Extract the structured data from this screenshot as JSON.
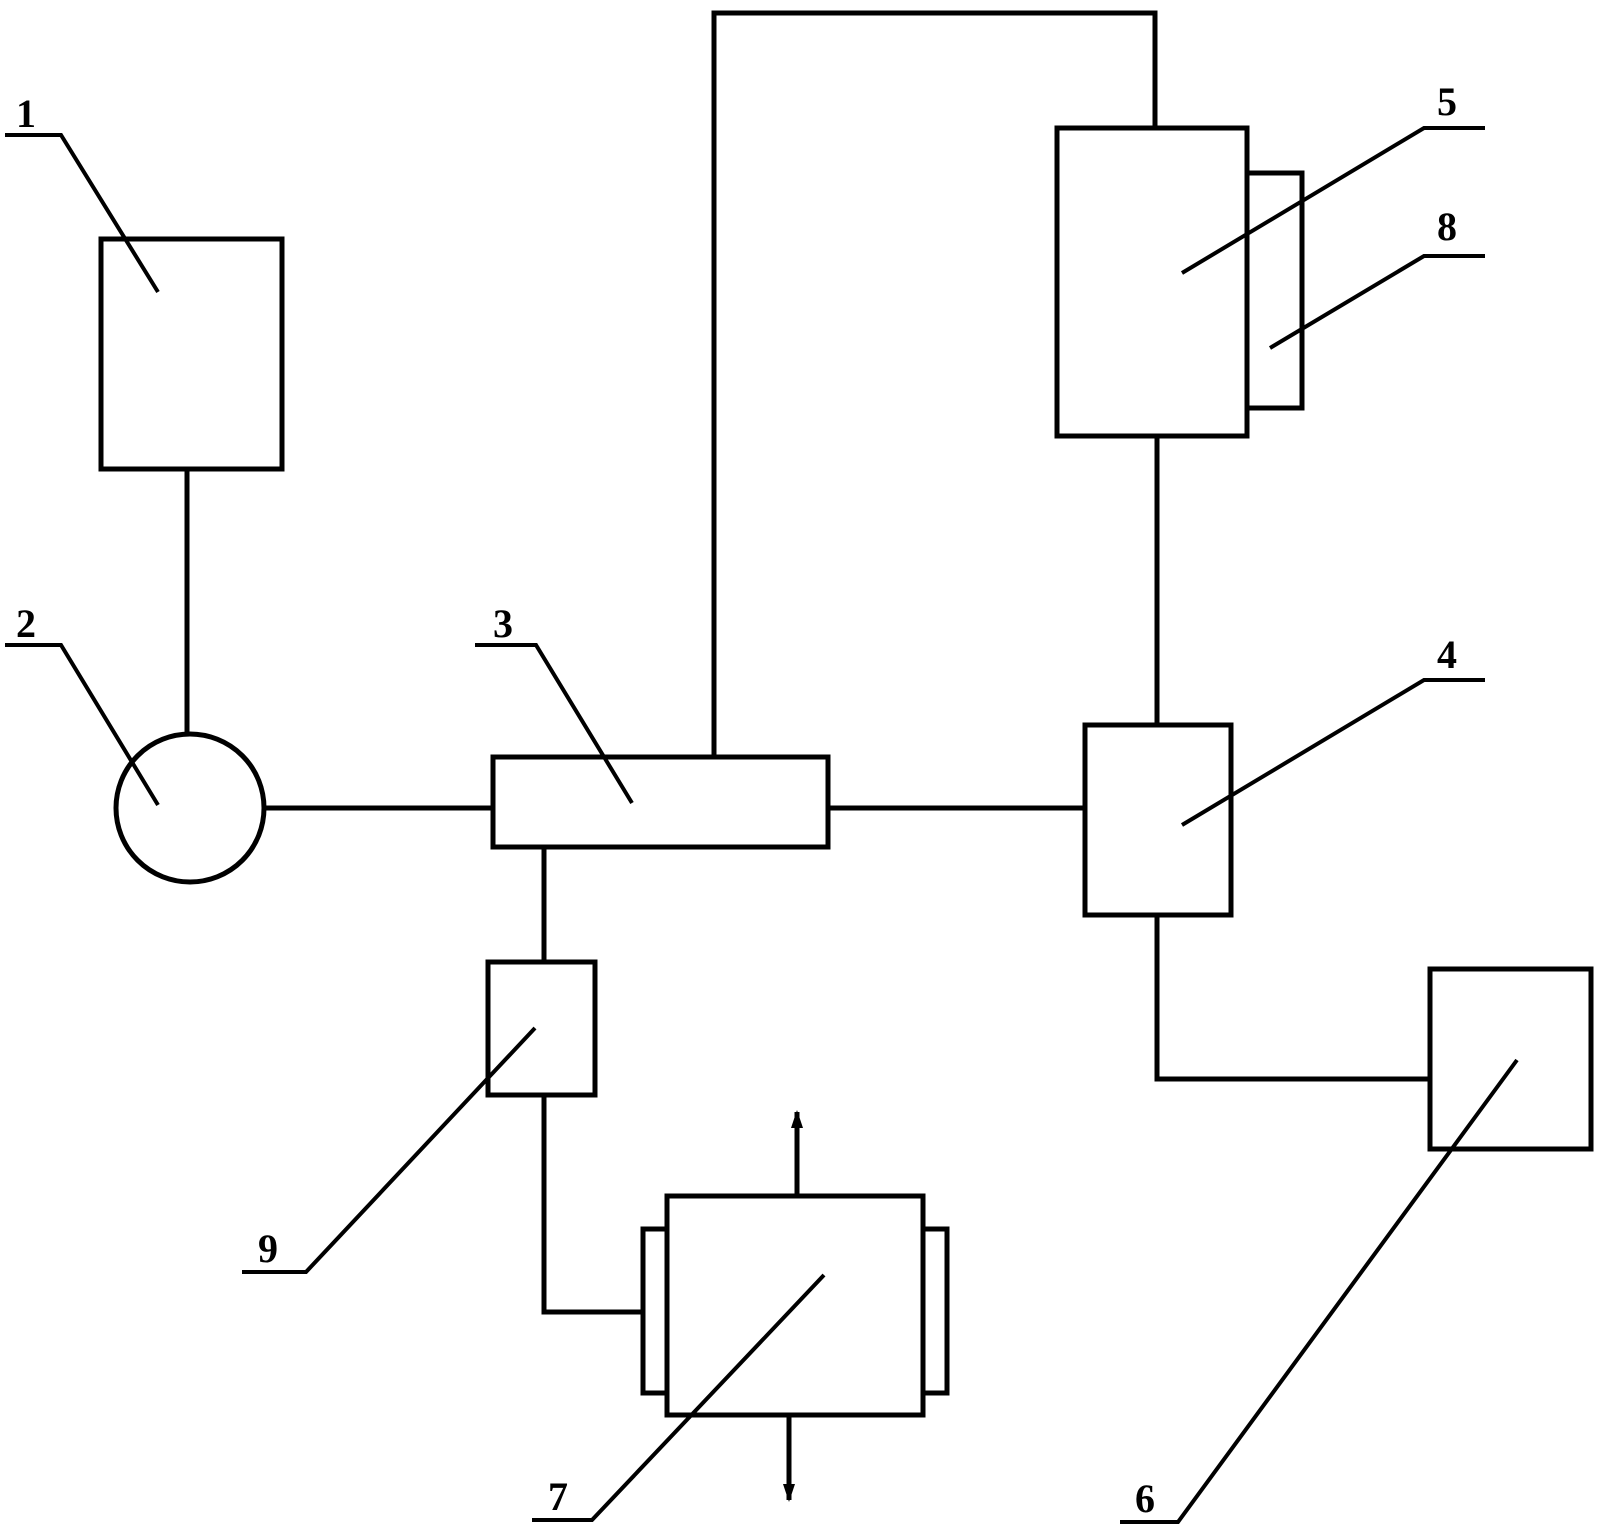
{
  "diagram": {
    "labels": {
      "c1": "1",
      "c2": "2",
      "c3": "3",
      "c4": "4",
      "c5": "5",
      "c6": "6",
      "c7": "7",
      "c8": "8",
      "c9": "9"
    },
    "colors": {
      "stroke": "#000000",
      "background": "#ffffff"
    }
  }
}
